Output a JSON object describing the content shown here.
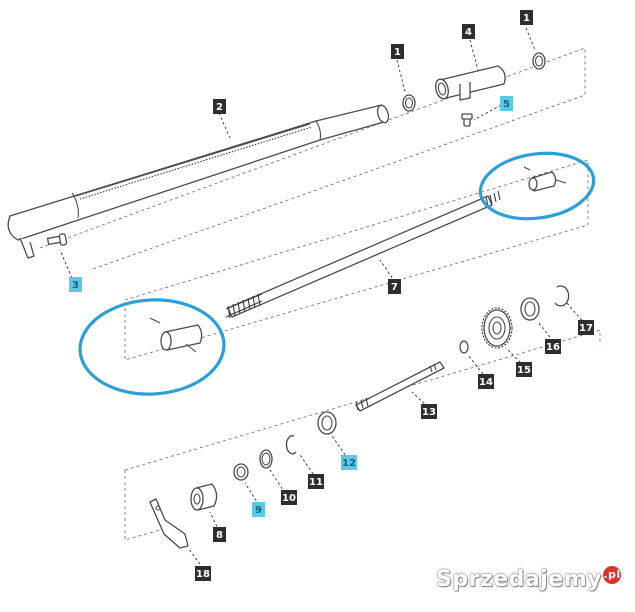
{
  "colors": {
    "callout_dark": "#2e2e2e",
    "callout_highlight": "#5bc8e6",
    "highlight_ring": "#2b9fd6",
    "line": "#4a4a4a"
  },
  "callouts": [
    {
      "id": "c1a",
      "label": "1",
      "style": "dark"
    },
    {
      "id": "c1b",
      "label": "1",
      "style": "dark"
    },
    {
      "id": "c2",
      "label": "2",
      "style": "dark"
    },
    {
      "id": "c3",
      "label": "3",
      "style": "highlight"
    },
    {
      "id": "c4",
      "label": "4",
      "style": "dark"
    },
    {
      "id": "c5",
      "label": "5",
      "style": "highlight"
    },
    {
      "id": "c7",
      "label": "7",
      "style": "dark"
    },
    {
      "id": "c8",
      "label": "8",
      "style": "dark"
    },
    {
      "id": "c9",
      "label": "9",
      "style": "highlight"
    },
    {
      "id": "c10",
      "label": "10",
      "style": "dark"
    },
    {
      "id": "c11",
      "label": "11",
      "style": "dark"
    },
    {
      "id": "c12",
      "label": "12",
      "style": "highlight"
    },
    {
      "id": "c13",
      "label": "13",
      "style": "dark"
    },
    {
      "id": "c14",
      "label": "14",
      "style": "dark"
    },
    {
      "id": "c15",
      "label": "15",
      "style": "dark"
    },
    {
      "id": "c16",
      "label": "16",
      "style": "dark"
    },
    {
      "id": "c17",
      "label": "17",
      "style": "dark"
    },
    {
      "id": "c18",
      "label": "18",
      "style": "dark"
    }
  ],
  "watermark": {
    "text": "Sprzedajemy",
    "suffix": ".pl"
  }
}
